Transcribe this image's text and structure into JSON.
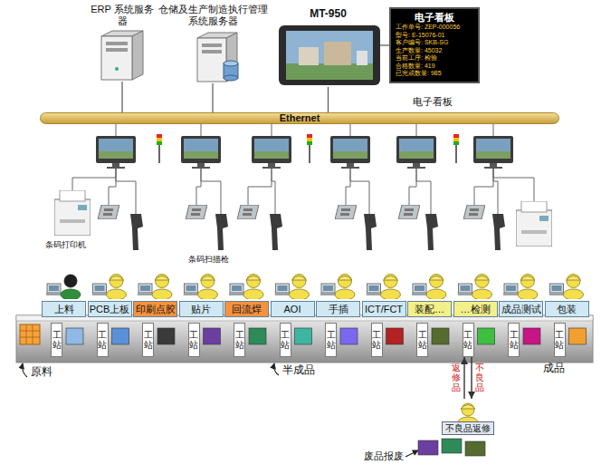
{
  "diagram": {
    "nodes": [
      {
        "text": [
          "ERP 系统服务器"
        ]
      },
      {
        "text": [
          "仓储及生产制造执行管理 系统服务器"
        ]
      },
      {
        "text": [
          "MT-950"
        ]
      },
      {
        "text": [
          "电子看板",
          "工作单号: ZEP-000056",
          "型号: E-15076-01",
          "客户编号: SKB-SG",
          "生产数量: 45032",
          "当前工序: 检验",
          "合格数量: 419",
          "已完成数量: 985"
        ]
      },
      {
        "text": [
          "Ethernet"
        ]
      },
      {
        "text": [
          "上料"
        ]
      },
      {
        "text": [
          "PCB上板"
        ]
      },
      {
        "text": [
          "印刷点胶"
        ]
      },
      {
        "text": [
          "贴片"
        ]
      },
      {
        "text": [
          "回流焊"
        ]
      },
      {
        "text": [
          "AOI"
        ]
      },
      {
        "text": [
          "手插"
        ]
      },
      {
        "text": [
          "ICT/FCT"
        ]
      },
      {
        "text": [
          "装配…"
        ]
      },
      {
        "text": [
          "…检测"
        ]
      },
      {
        "text": [
          "成品测试"
        ]
      },
      {
        "text": [
          "包装"
        ]
      },
      {
        "text": [
          "工站"
        ]
      },
      {
        "text": [
          "工站"
        ]
      },
      {
        "text": [
          "工站"
        ]
      },
      {
        "text": [
          "工站"
        ]
      },
      {
        "text": [
          "工站"
        ]
      },
      {
        "text": [
          "工站"
        ]
      },
      {
        "text": [
          "工站"
        ]
      },
      {
        "text": [
          "工站"
        ]
      },
      {
        "text": [
          "工站"
        ]
      },
      {
        "text": [
          "工站"
        ]
      },
      {
        "text": [
          "工站"
        ]
      },
      {
        "text": [
          "工站"
        ]
      },
      {
        "text": [
          "不良品返修"
        ]
      }
    ],
    "edges": [
      {
        "from": 0,
        "to": 4,
        "arrow": "none"
      },
      {
        "from": 1,
        "to": 4,
        "arrow": "none"
      },
      {
        "from": 2,
        "to": 4,
        "arrow": "none"
      },
      {
        "from": 2,
        "to": 3,
        "arrow": "none"
      },
      {
        "from": 29,
        "to": 26,
        "arrow": "to",
        "label": "返修品"
      },
      {
        "from": 26,
        "to": 29,
        "arrow": "to",
        "label": "不良品"
      }
    ],
    "labels": [
      "电子看板",
      "条码打印机",
      "条码扫描枪",
      "原料",
      "半成品",
      "成品",
      "废品报废"
    ]
  }
}
